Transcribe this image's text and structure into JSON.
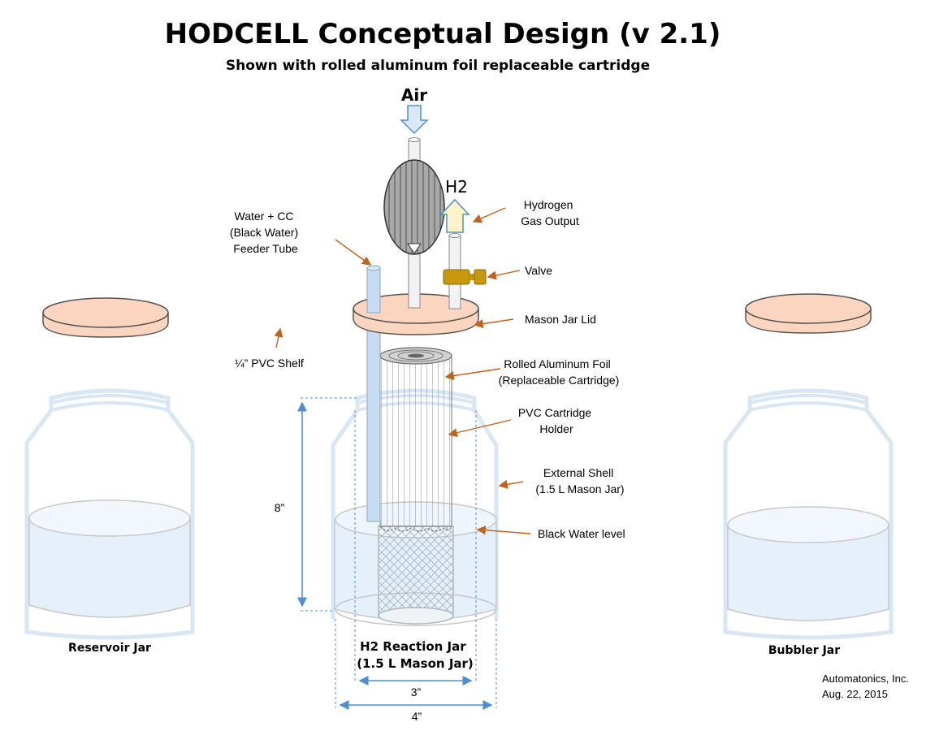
{
  "title": "HODCELL Conceptual Design (v 2.1)",
  "subtitle": "Shown with rolled aluminum foil replaceable cartridge",
  "air_label": "Air",
  "h2_label": "H2",
  "labels": {
    "feeder_tube": [
      "Water + CC",
      "(Black Water)",
      "Feeder Tube"
    ],
    "hydrogen_output": [
      "Hydrogen",
      "Gas Output"
    ],
    "valve": "Valve",
    "mason_lid": "Mason Jar Lid",
    "pvc_shelf": "¼”  PVC Shelf",
    "foil": [
      "Rolled Aluminum Foil",
      "(Replaceable Cartridge)"
    ],
    "holder": [
      "PVC Cartridge",
      "Holder"
    ],
    "shell": [
      "External Shell",
      "(1.5 L Mason Jar)"
    ],
    "water_level": "Black Water level"
  },
  "jars": {
    "reservoir": "Reservoir Jar",
    "reaction": [
      "H2 Reaction Jar",
      "(1.5 L Mason Jar)"
    ],
    "bubbler": "Bubbler Jar"
  },
  "dimensions": {
    "height": "8”",
    "inner_width": "3”",
    "outer_width": "4”"
  },
  "credit": [
    "Automatonics, Inc.",
    "Aug. 22, 2015"
  ],
  "colors": {
    "lid_fill": "#fbd5bf",
    "jar_outline": "#d9e6f5",
    "water_fill": "#e6f0fb",
    "dimension": "#4d8fd0",
    "leader": "#c5621a",
    "valve": "#c79a0d",
    "air_arrow": "#dbe8f7",
    "h2_arrow": "#fff4c8"
  }
}
